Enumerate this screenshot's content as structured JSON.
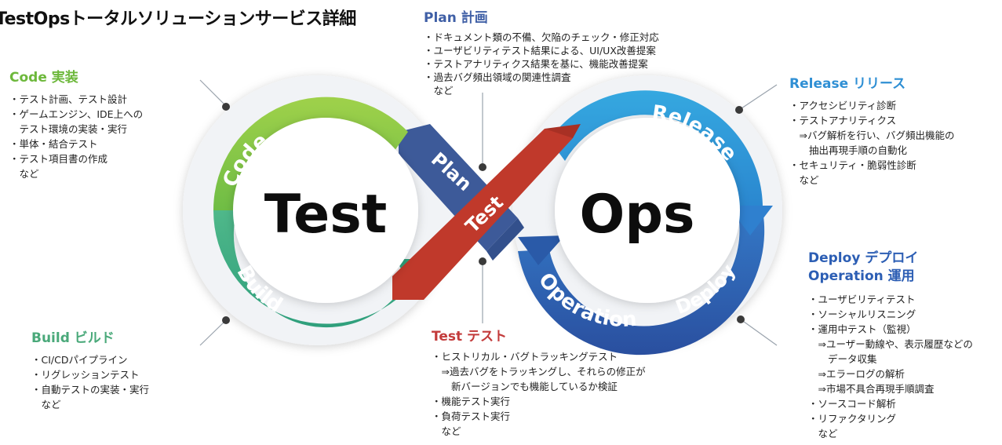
{
  "title": "TestOpsトータルソリューションサービス詳細",
  "loop": {
    "left_word": "Test",
    "right_word": "Ops",
    "labels": {
      "code": "Code",
      "build": "Build",
      "plan": "Plan",
      "test": "Test",
      "release": "Release",
      "deploy": "Deploy",
      "operation": "Operation"
    },
    "colors": {
      "code": "#8cc63f",
      "build": "#3fae8a",
      "plan": "#3d5a99",
      "test": "#c0392b",
      "release": "#2d9ad8",
      "deploy": "#2f63b7"
    }
  },
  "sections": {
    "code": {
      "title": "Code 実装",
      "items": [
        "・テスト計画、テスト設計",
        "・ゲームエンジン、IDE上への",
        "　テスト環境の実装・実行",
        "・単体・結合テスト",
        "・テスト項目書の作成",
        "　など"
      ]
    },
    "build": {
      "title": "Build ビルド",
      "items": [
        "・CI/CDパイプライン",
        "・リグレッションテスト",
        "・自動テストの実装・実行",
        "　など"
      ]
    },
    "plan": {
      "title": "Plan 計画",
      "items": [
        "・ドキュメント類の不備、欠陥のチェック・修正対応",
        "・ユーザビリティテスト結果による、UI/UX改善提案",
        "・テストアナリティクス結果を基に、機能改善提案",
        "・過去バグ頻出領域の関連性調査",
        "　など"
      ]
    },
    "test": {
      "title": "Test テスト",
      "items": [
        "・ヒストリカル・バグトラッキングテスト",
        "　⇒過去バグをトラッキングし、それらの修正が",
        "　　新バージョンでも機能しているか検証",
        "・機能テスト実行",
        "・負荷テスト実行",
        "　など"
      ]
    },
    "release": {
      "title": "Release リリース",
      "items": [
        "・アクセシビリティ診断",
        "・テストアナリティクス",
        "　⇒バグ解析を行い、バグ頻出機能の",
        "　　抽出再現手順の自動化",
        "・セキュリティ・脆弱性診断",
        "　など"
      ]
    },
    "deploy": {
      "title_line1": "Deploy デプロイ",
      "title_line2": "Operation 運用",
      "items": [
        "・ユーザビリティテスト",
        "・ソーシャルリスニング",
        "・運用中テスト（監視）",
        "　⇒ユーザー動線や、表示履歴などの",
        "　　データ収集",
        "　⇒エラーログの解析",
        "　⇒市場不具合再現手順調査",
        "・ソースコード解析",
        "・リファクタリング",
        "　など"
      ]
    }
  }
}
